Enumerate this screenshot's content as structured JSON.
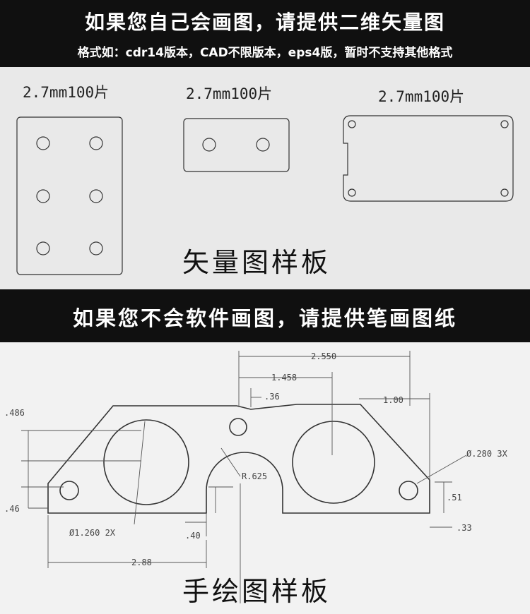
{
  "header": {
    "line1": "如果您自己会画图，请提供二维矢量图",
    "line2": "格式如：cdr14版本，CAD不限版本，eps4版，暂时不支持其他格式"
  },
  "vector_panel": {
    "spec_labels": [
      "2.7mm100片",
      "2.7mm100片",
      "2.7mm100片"
    ],
    "caption": "矢量图样板"
  },
  "mid_banner": {
    "text": "如果您不会软件画图，请提供笔画图纸"
  },
  "sketch_panel": {
    "dimensions": {
      "d_2550": "2.550",
      "d_1458": "1.458",
      "d_36": ".36",
      "d_100": "1.00",
      "d_486": ".486",
      "d_46": ".46",
      "d_r625": "R.625",
      "d_280": "Ø.280 3X",
      "d_51": ".51",
      "d_33": ".33",
      "d_1260": "Ø1.260 2X",
      "d_40": ".40",
      "d_288": "2.88"
    },
    "caption": "手绘图样板"
  },
  "colors": {
    "banner_bg": "#101010",
    "panel_bg": "#e9e9e9",
    "sketch_bg": "#f2f2f2",
    "line": "#333333"
  }
}
